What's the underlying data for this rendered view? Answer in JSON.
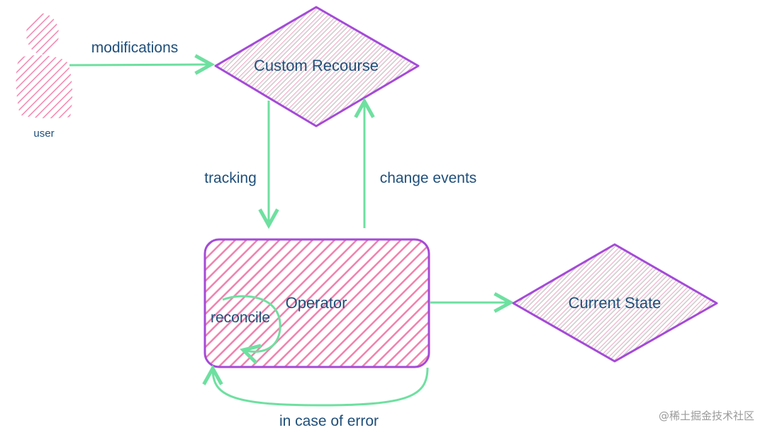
{
  "nodes": {
    "user": {
      "label": "user"
    },
    "custom_resource": {
      "label": "Custom Recourse"
    },
    "operator": {
      "label": "Operator"
    },
    "current_state": {
      "label": "Current State"
    }
  },
  "edges": {
    "modifications": {
      "label": "modifications"
    },
    "tracking": {
      "label": "tracking"
    },
    "change_events": {
      "label": "change events"
    },
    "reconcile": {
      "label": "reconcile"
    },
    "error_retry": {
      "label": "in case of error"
    }
  },
  "watermark": {
    "text": "@稀土掘金技术社区"
  },
  "colors": {
    "shape_stroke": "#a44ad8",
    "hatch_pink": "#f082ad",
    "hatch_grey": "#b9b9b9",
    "arrow_green": "#6ee0a0",
    "label_text": "#1f4f7a"
  }
}
